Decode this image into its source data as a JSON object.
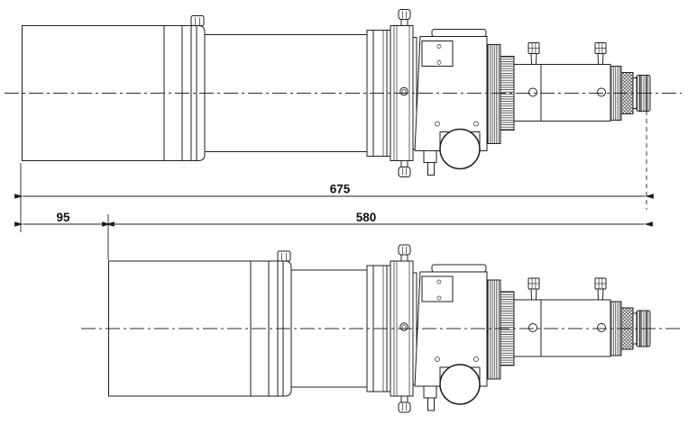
{
  "dimensions": {
    "overall": "675",
    "extension": "95",
    "retracted": "580"
  },
  "colors": {
    "ink": "#1f1f1f",
    "background": "#ffffff"
  }
}
